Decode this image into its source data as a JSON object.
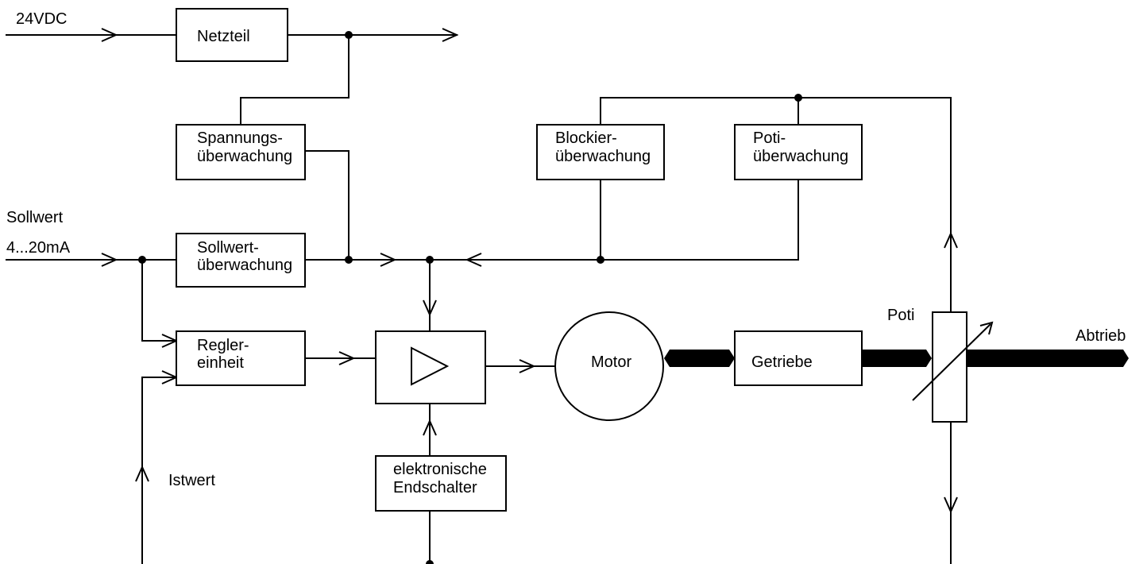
{
  "diagram": {
    "inputs": {
      "supply": "24VDC",
      "setpoint_line1": "Sollwert",
      "setpoint_line2": "4...20mA",
      "actual_value": "Istwert"
    },
    "blocks": {
      "power_supply": [
        "Netzteil"
      ],
      "voltage_monitor": [
        "Spannungs-",
        "überwachung"
      ],
      "setpoint_monitor": [
        "Sollwert-",
        "überwachung"
      ],
      "blocking_monitor": [
        "Blockier-",
        "überwachung"
      ],
      "poti_monitor": [
        "Poti-",
        "überwachung"
      ],
      "controller": [
        "Regler-",
        "einheit"
      ],
      "motor": [
        "Motor"
      ],
      "gearbox": [
        "Getriebe"
      ],
      "limit_switches": [
        "elektronische",
        "Endschalter"
      ]
    },
    "labels": {
      "potentiometer": "Poti",
      "output": "Abtrieb"
    }
  }
}
